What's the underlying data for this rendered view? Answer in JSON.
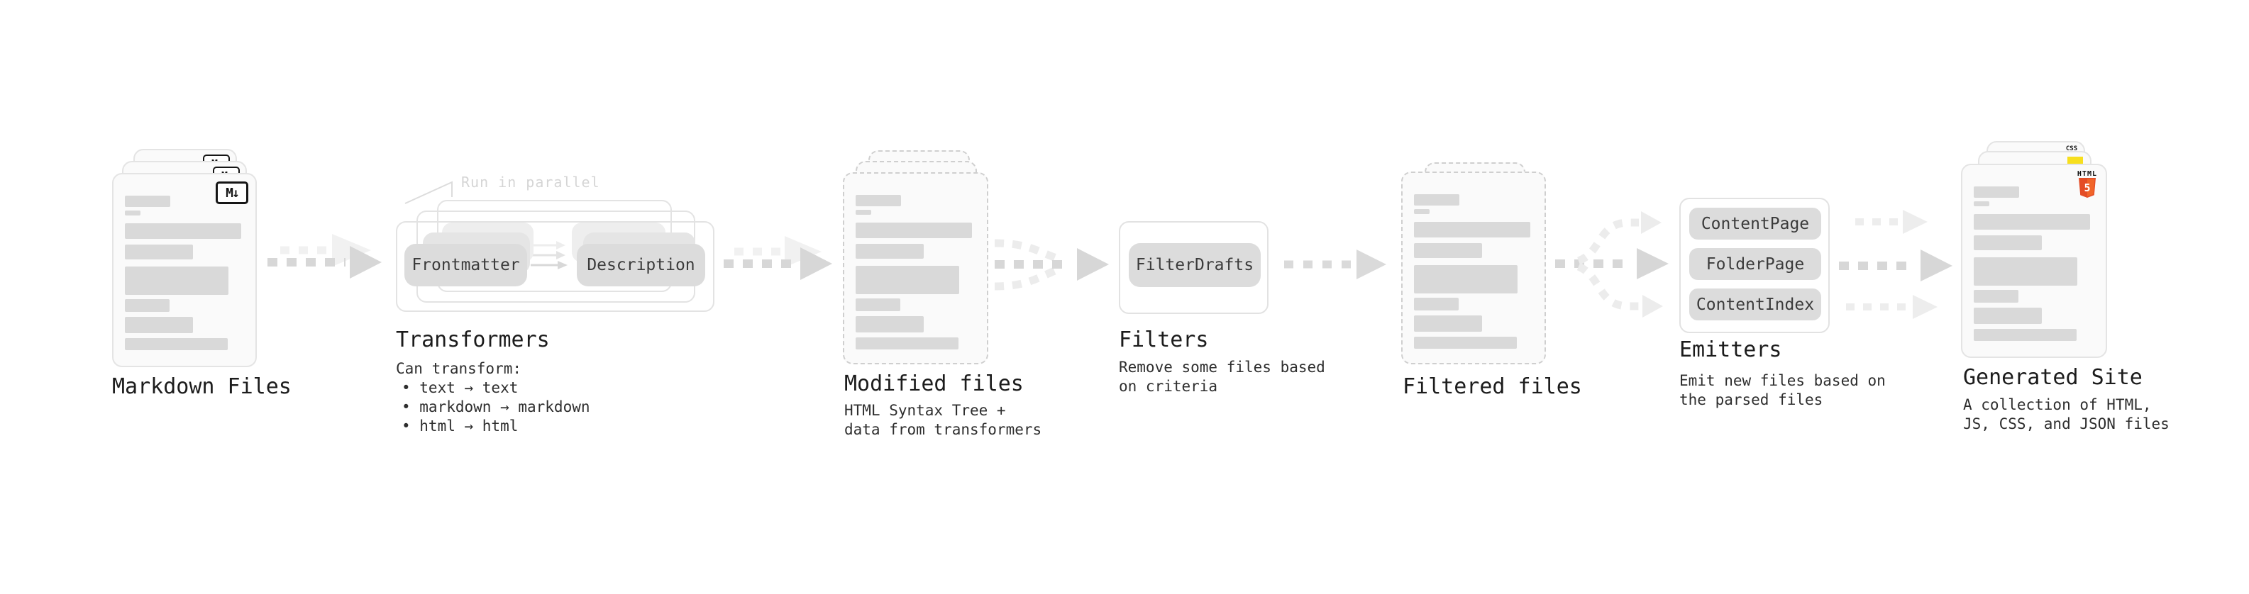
{
  "diagram": {
    "stages": {
      "markdown_files": {
        "title": "Markdown Files",
        "file_icon": "M↓"
      },
      "transformers": {
        "title": "Transformers",
        "callout": "Run in parallel",
        "node_a": "Frontmatter",
        "node_b": "Description",
        "desc_heading": "Can transform:",
        "bullets": [
          "• text → text",
          "• markdown → markdown",
          "• html → html"
        ]
      },
      "modified_files": {
        "title": "Modified files",
        "desc_lines": [
          "HTML Syntax Tree +",
          "data from transformers"
        ]
      },
      "filters": {
        "title": "Filters",
        "node": "FilterDrafts",
        "desc_lines": [
          "Remove some files based",
          "on criteria"
        ]
      },
      "filtered_files": {
        "title": "Filtered files"
      },
      "emitters": {
        "title": "Emitters",
        "nodes": [
          "ContentPage",
          "FolderPage",
          "ContentIndex"
        ],
        "desc_lines": [
          "Emit new files based on",
          "the parsed files"
        ]
      },
      "generated_site": {
        "title": "Generated Site",
        "desc_lines": [
          "A collection of HTML,",
          "JS, CSS, and JSON files"
        ],
        "css_icon_label": "CSS",
        "html_icon_label": "HTML",
        "html_icon_digit": "5"
      }
    },
    "colors": {
      "html5_orange": "#e44d26",
      "html5_orange_light": "#f16529",
      "js_yellow": "#f7df1e",
      "css_blue": "#2965f1",
      "arrow_gray": "#d7d7d7",
      "arrow_ghost_gray": "#f1f1f1",
      "bar_gray": "#d9d9d9",
      "markdown_black": "#161616"
    }
  }
}
